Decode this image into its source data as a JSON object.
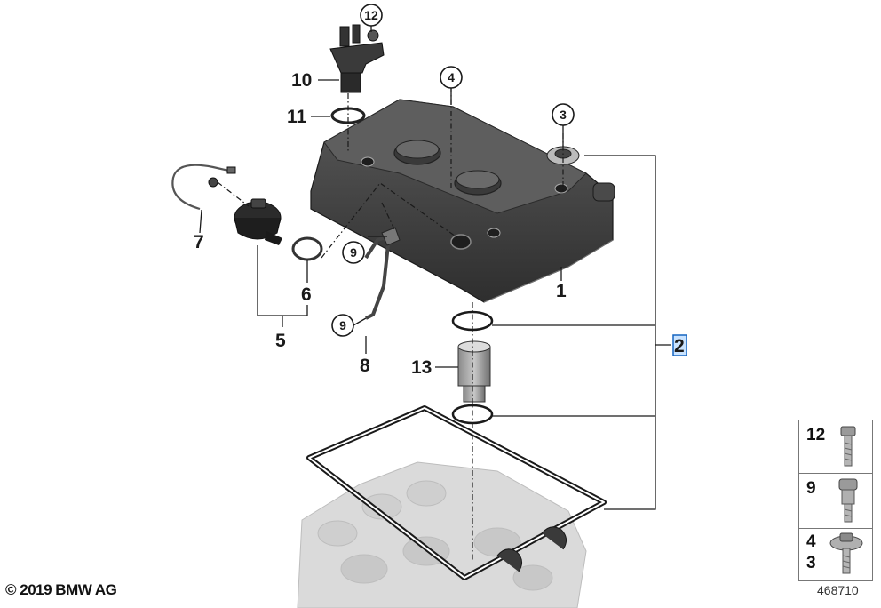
{
  "diagram": {
    "callouts": {
      "p1": "1",
      "p2": "2",
      "p3": "3",
      "p4": "4",
      "p5": "5",
      "p6": "6",
      "p7": "7",
      "p8": "8",
      "p9a": "9",
      "p9b": "9",
      "p10": "10",
      "p11": "11",
      "p12": "12",
      "p13": "13"
    }
  },
  "legend": {
    "row1": {
      "label": "12"
    },
    "row2": {
      "label": "9"
    },
    "row3": {
      "label_top": "4",
      "label_bottom": "3"
    }
  },
  "footer": {
    "copyright": "© 2019 BMW AG",
    "diagram_number": "468710"
  },
  "colors": {
    "line": "#1a1a1a",
    "cover_body": "#3d3d3d",
    "cover_top": "#555555",
    "engine_ghost": "#d8d8d8",
    "part2_highlight": "#c9e3ff"
  }
}
